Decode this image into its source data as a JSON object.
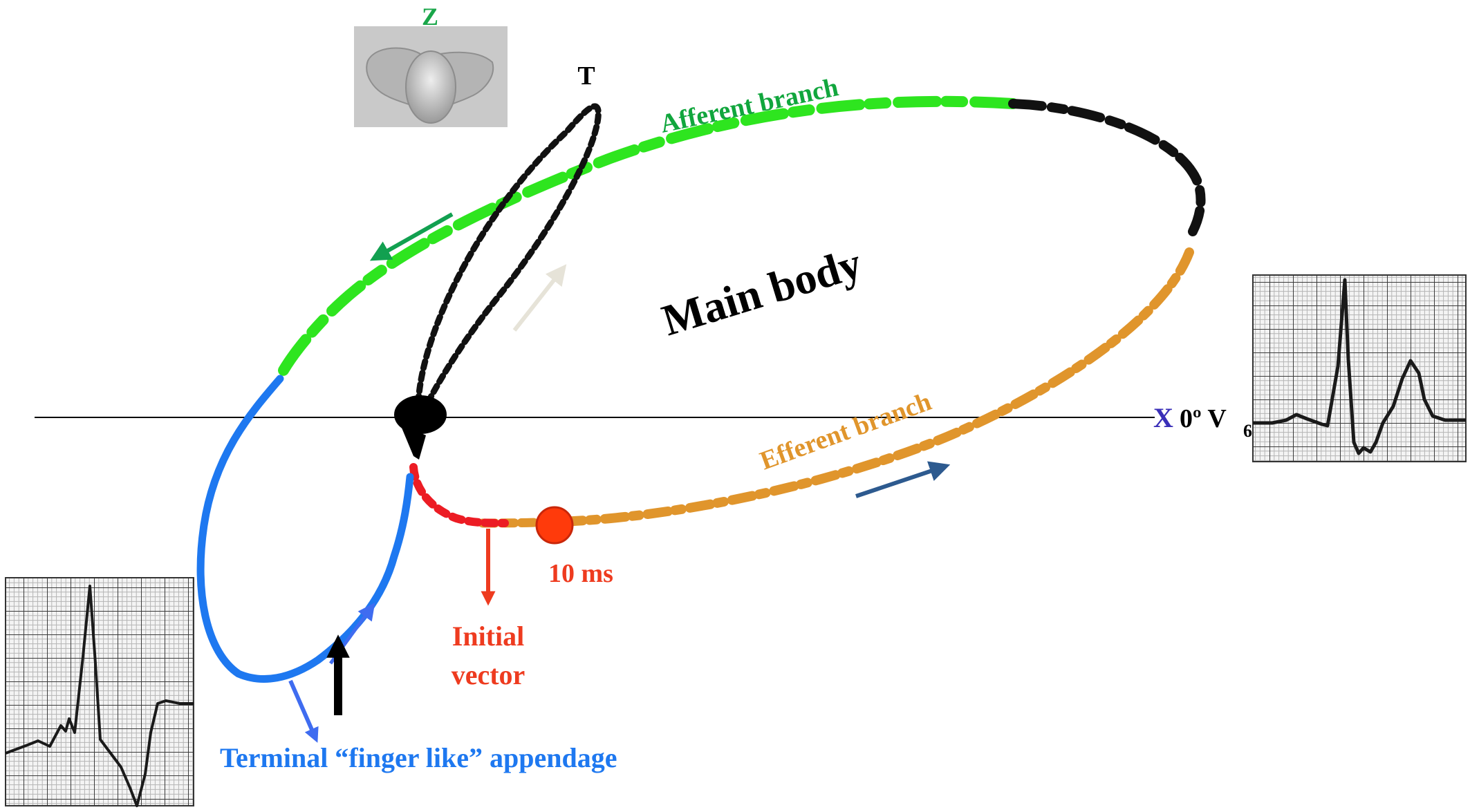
{
  "labels": {
    "z_axis": "Z",
    "t_loop": "T",
    "afferent": "Afferent branch",
    "main_body": "Main body",
    "efferent": "Efferent branch",
    "x_axis": "X",
    "zero_deg": "0º V",
    "v6_sub": "6",
    "ten_ms": "10 ms",
    "initial_1": "Initial",
    "initial_2": "vector",
    "terminal": "Terminal “finger like” appendage"
  },
  "colors": {
    "afferent": "#2ee51f",
    "efferent": "#e0952c",
    "terminal": "#1e78f0",
    "initial": "#ec1c24",
    "t_loop": "#111111",
    "z_label": "#1aa64a",
    "x_label": "#3a2fb8",
    "afferent_text": "#11a63d",
    "arrow_green": "#12a050",
    "arrow_navy": "#2d5a8f",
    "arrow_blue": "#3f6cf0",
    "arrow_light": "#e6e3d8"
  }
}
